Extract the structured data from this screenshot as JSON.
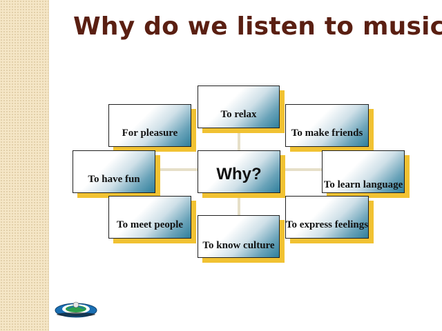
{
  "slide": {
    "title": "Why do we listen to music?",
    "center": "Why?",
    "nodes": [
      {
        "label": "To relax"
      },
      {
        "label": "For pleasure"
      },
      {
        "label": "To make friends"
      },
      {
        "label": "To have fun"
      },
      {
        "label": "To learn language"
      },
      {
        "label": "To meet people"
      },
      {
        "label": "To express feelings"
      },
      {
        "label": "To know culture"
      }
    ]
  },
  "colors": {
    "title": "#5a1f12",
    "shadow": "#f1c232",
    "gradient_end": "#2f7f9c",
    "left_strip": "#f5e6c6"
  },
  "icons": {
    "logo": "globe-logo-icon"
  }
}
